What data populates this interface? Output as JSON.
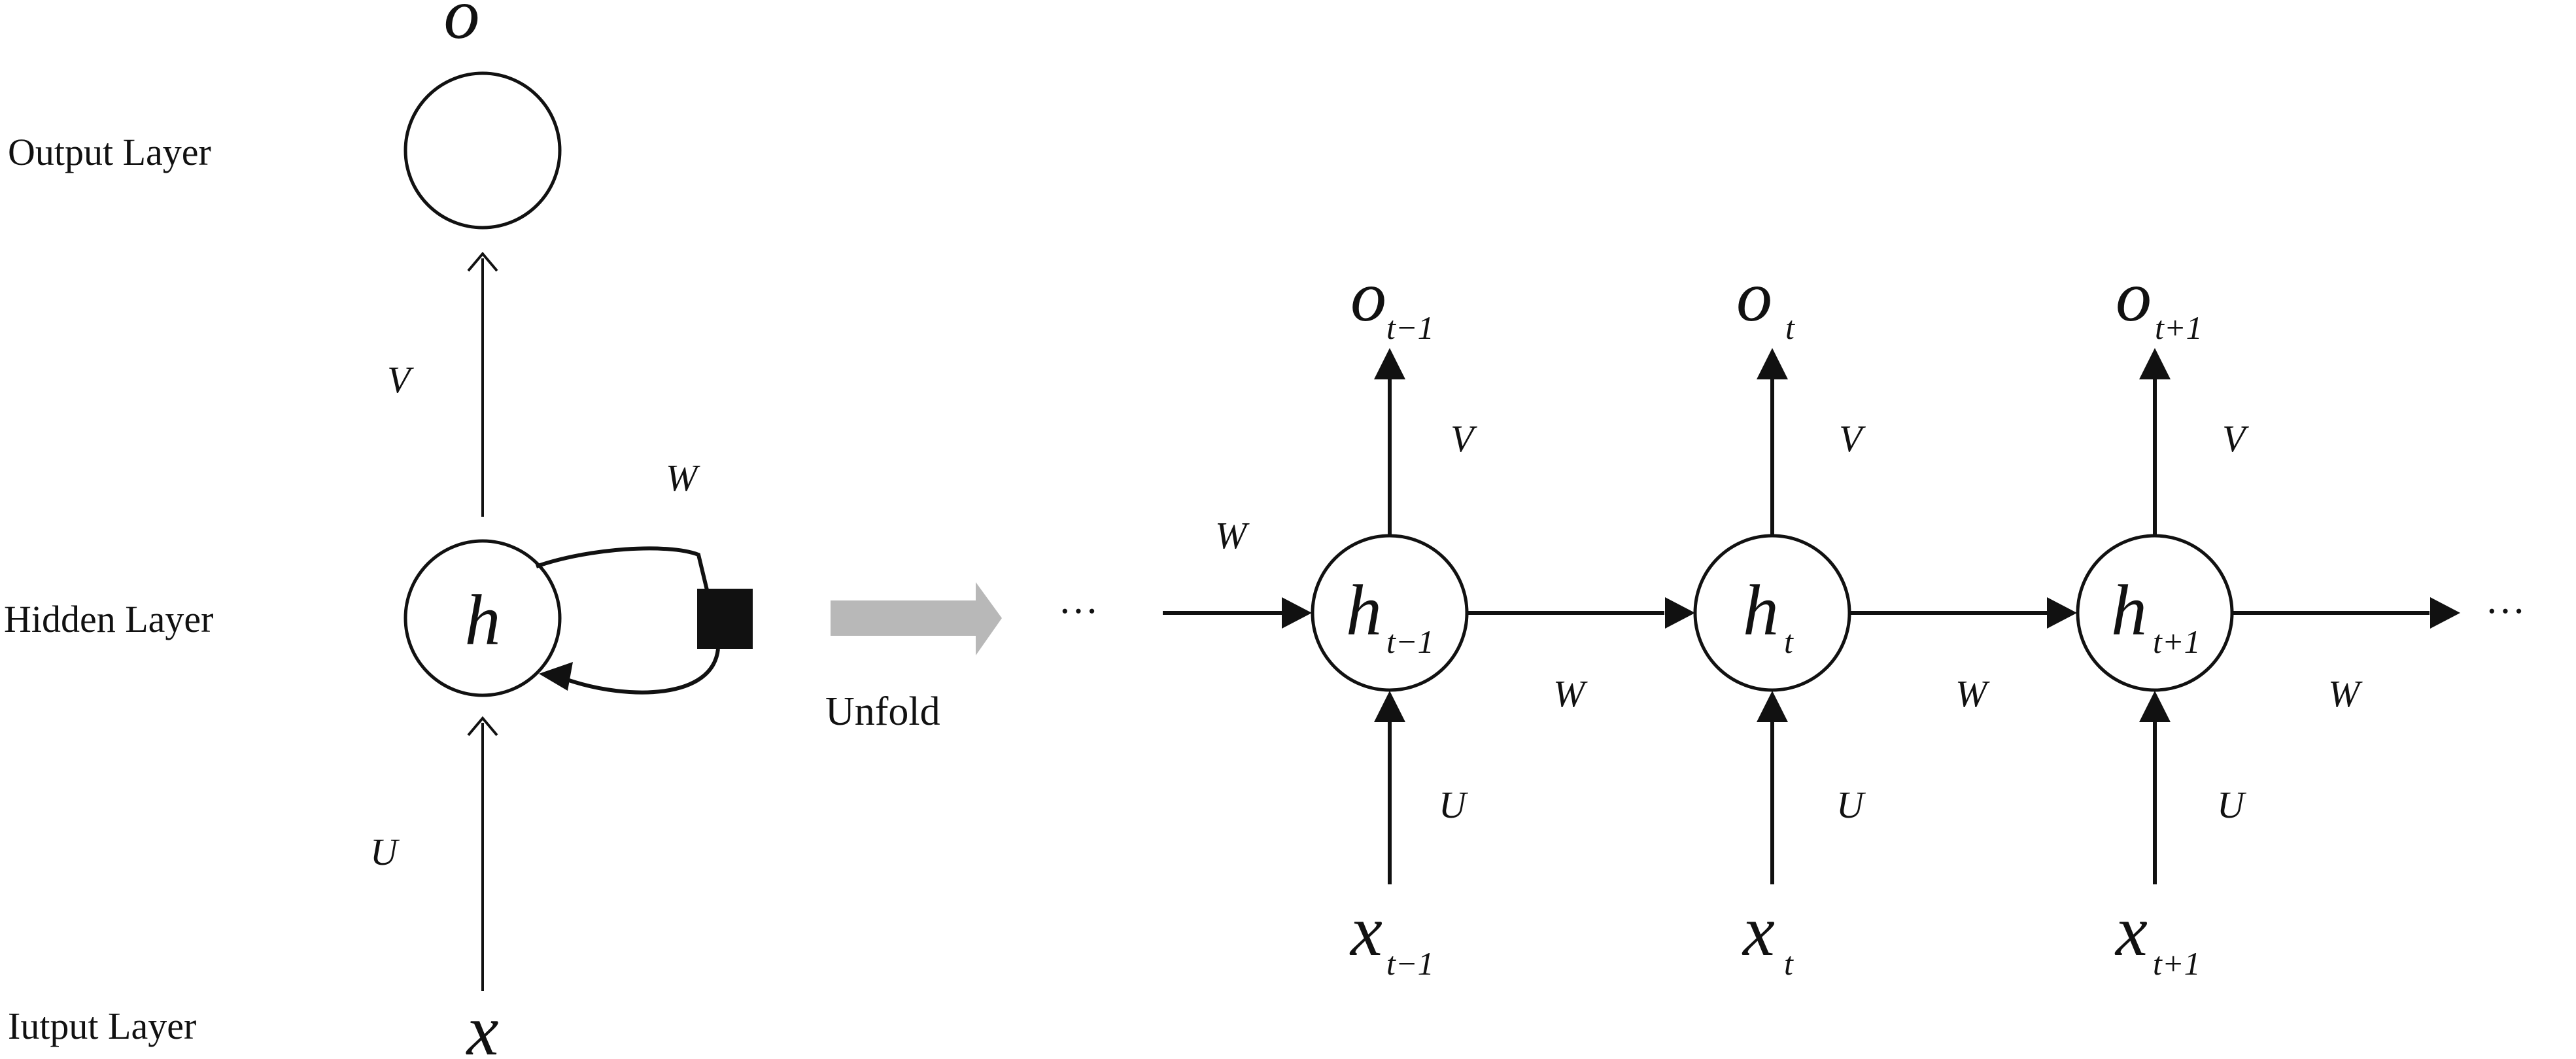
{
  "layers": {
    "output": "Output  Layer",
    "hidden": "Hidden  Layer",
    "input": "Iutput  Layer"
  },
  "folded": {
    "output_symbol": "o",
    "hidden_symbol": "h",
    "input_symbol": "x",
    "weight_v": "V",
    "weight_w": "W",
    "weight_u": "U"
  },
  "transition": {
    "label": "Unfold",
    "arrow_color": "#b8b8b8"
  },
  "unfolded": {
    "ellipsis_left": "···",
    "ellipsis_right": "···",
    "incoming_w": "W",
    "steps": [
      {
        "o": "o",
        "o_sub": "t−1",
        "h": "h",
        "h_sub": "t−1",
        "x": "x",
        "x_sub": "t−1",
        "v": "V",
        "u": "U",
        "w": "W"
      },
      {
        "o": "o",
        "o_sub": "t",
        "h": "h",
        "h_sub": "t",
        "x": "x",
        "x_sub": "t",
        "v": "V",
        "u": "U",
        "w": "W"
      },
      {
        "o": "o",
        "o_sub": "t+1",
        "h": "h",
        "h_sub": "t+1",
        "x": "x",
        "x_sub": "t+1",
        "v": "V",
        "u": "U",
        "w": "W"
      }
    ]
  }
}
